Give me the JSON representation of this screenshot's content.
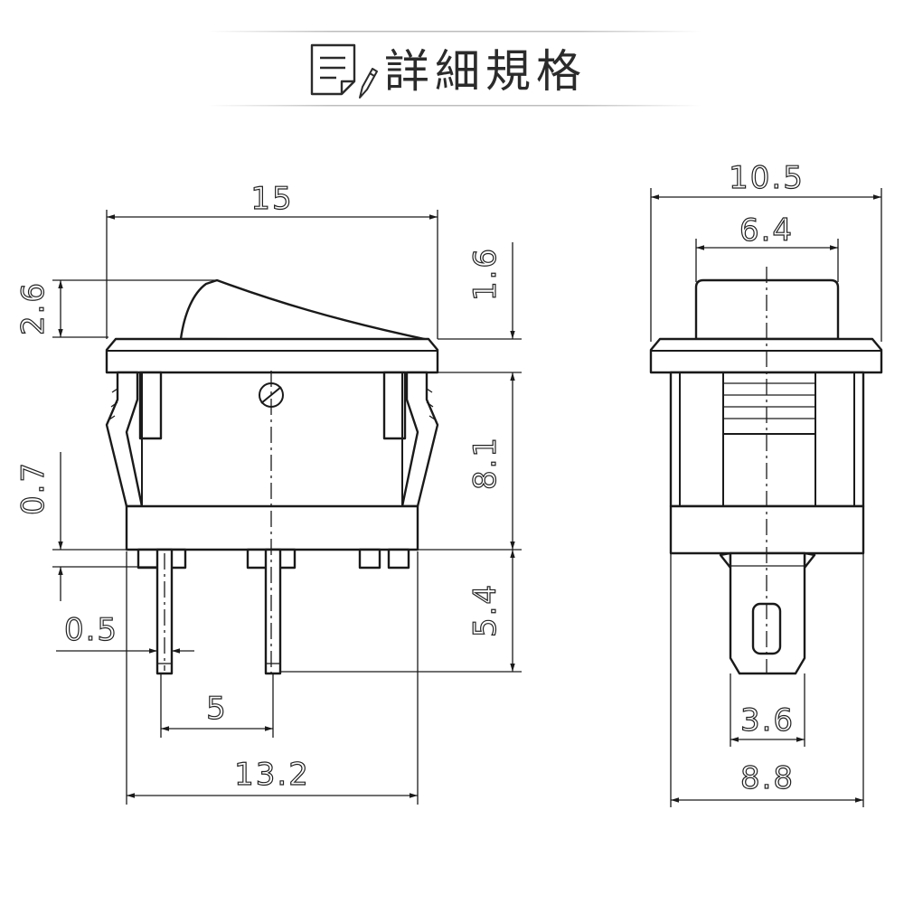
{
  "header": {
    "title": "詳細規格",
    "icon": "document-pencil-icon"
  },
  "front_view": {
    "dimensions": {
      "overall_top": "15",
      "rocker": "2.6",
      "flange": "1.6",
      "body": "8.1",
      "foot": "0.7",
      "pin_thickness": "0.5",
      "pin_length": "5.4",
      "pin_pitch": "5",
      "body_width": "13.2"
    }
  },
  "side_view": {
    "dimensions": {
      "flange_width": "10.5",
      "cap_width": "6.4",
      "terminal_width": "3.6",
      "body_width": "8.8"
    }
  },
  "colors": {
    "line": "#1a1a1a",
    "background": "#ffffff",
    "header_rule": "#bdbdbd"
  }
}
